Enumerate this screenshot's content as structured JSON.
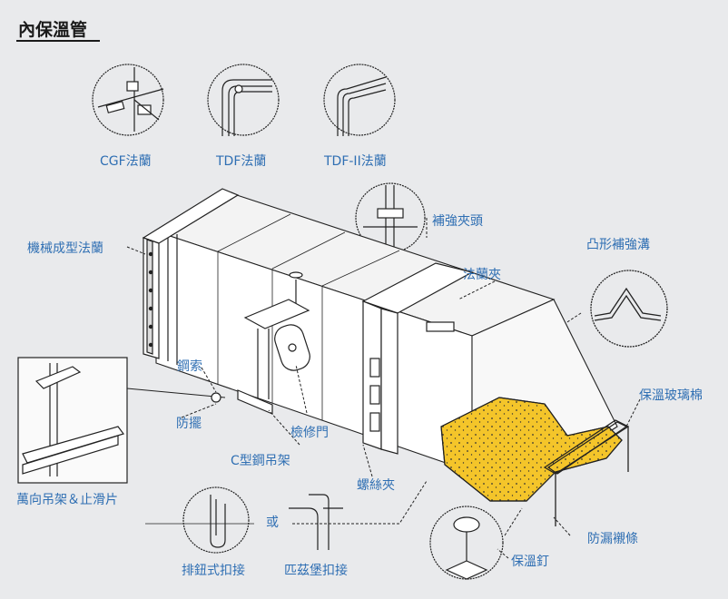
{
  "title": "內保溫管",
  "labels": {
    "cgf": "CGF法蘭",
    "tdf": "TDF法蘭",
    "tdf2": "TDF-II法蘭",
    "reinforce_clip": "補強夾頭",
    "mech_flange": "機械成型法蘭",
    "flange_clip": "法蘭夾",
    "convex_groove": "凸形補強溝",
    "insulation_wool": "保溫玻璃棉",
    "steel_cable": "鋼索",
    "anti_sway": "防擺",
    "access_door": "檢修門",
    "c_hanger": "C型鋼吊架",
    "screw_clip": "螺絲夾",
    "universal_hanger": "萬向吊架＆止滑片",
    "or": "或",
    "button_lock": "排鈕式扣接",
    "pittsburgh": "匹茲堡扣接",
    "leak_strip": "防漏襯條",
    "insulation_pin": "保溫釘"
  },
  "colors": {
    "label": "#2f6fb3",
    "insulation": "#f4c52a",
    "line": "#222222",
    "background": "#e9eaec"
  }
}
